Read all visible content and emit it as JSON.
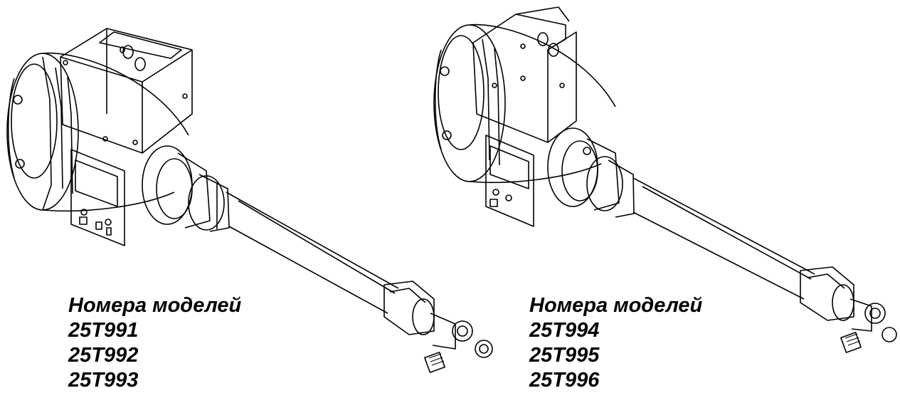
{
  "left": {
    "heading": "Номера моделей",
    "models": [
      "25T991",
      "25T992",
      "25T993"
    ]
  },
  "right": {
    "heading": "Номера моделей",
    "models": [
      "25T994",
      "25T995",
      "25T996"
    ]
  },
  "colors": {
    "line": "#000000",
    "background": "#ffffff"
  }
}
